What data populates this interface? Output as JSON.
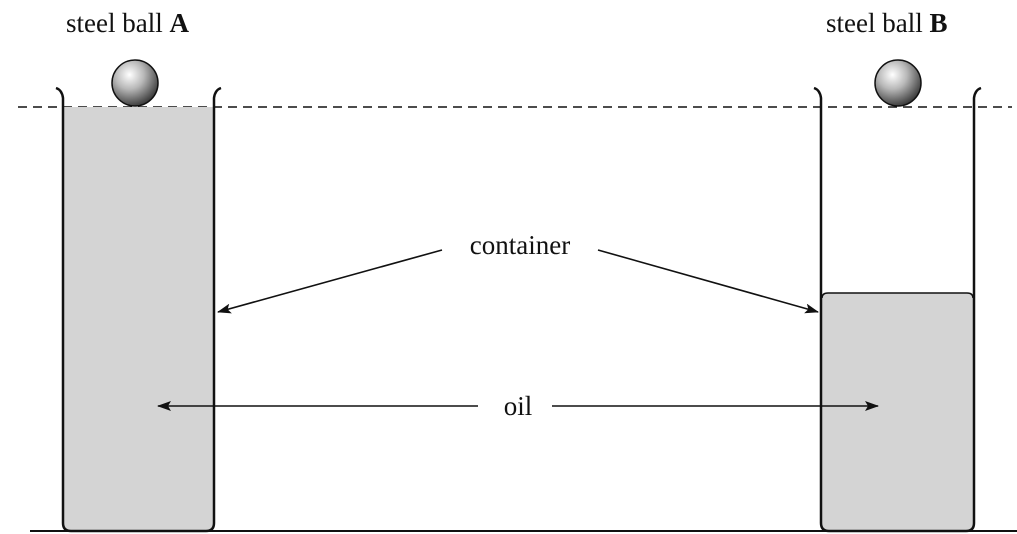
{
  "labels": {
    "ball_a_prefix": "steel ball ",
    "ball_a_letter": "A",
    "ball_b_prefix": "steel ball ",
    "ball_b_letter": "B",
    "container": "container",
    "oil": "oil"
  },
  "colors": {
    "oil_fill": "#d4d4d4",
    "line": "#111111",
    "ball_light": "#ffffff",
    "ball_dark": "#3a3a3a"
  },
  "scene": {
    "container_a_oil_level": "full",
    "container_b_oil_level": "partial"
  }
}
